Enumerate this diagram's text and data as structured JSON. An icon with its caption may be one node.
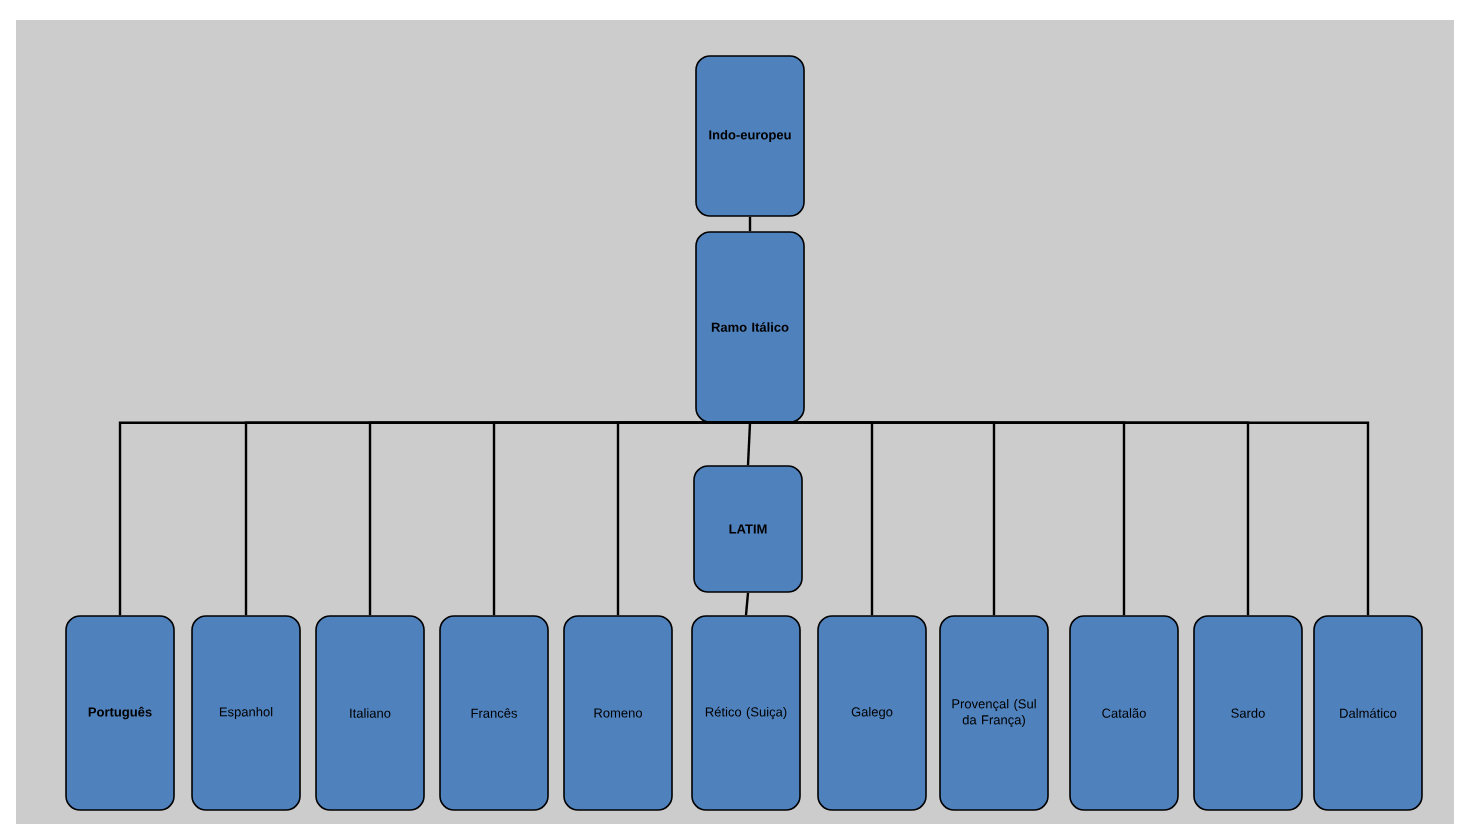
{
  "diagram": {
    "nodes": [
      {
        "text": [
          "Indo-europeu"
        ]
      },
      {
        "text": [
          "Ramo Itálico"
        ]
      },
      {
        "text": [
          "LATIM"
        ]
      },
      {
        "text": [
          "Português"
        ]
      },
      {
        "text": [
          "Espanhol"
        ]
      },
      {
        "text": [
          "Italiano"
        ]
      },
      {
        "text": [
          "Francês"
        ]
      },
      {
        "text": [
          "Romeno"
        ]
      },
      {
        "text": [
          "Rético (Suiça)"
        ]
      },
      {
        "text": [
          "Galego"
        ]
      },
      {
        "text": [
          "Provençal (Sul da França)"
        ]
      },
      {
        "text": [
          "Catalão"
        ]
      },
      {
        "text": [
          "Sardo"
        ]
      },
      {
        "text": [
          "Dalmático"
        ]
      }
    ],
    "edges": [
      {
        "from": 0,
        "to": 1,
        "arrow": "none"
      },
      {
        "from": 1,
        "to": 2,
        "arrow": "none"
      },
      {
        "from": 2,
        "to": 8,
        "arrow": "none"
      },
      {
        "from": 1,
        "to": 3,
        "arrow": "none"
      },
      {
        "from": 1,
        "to": 4,
        "arrow": "none"
      },
      {
        "from": 1,
        "to": 5,
        "arrow": "none"
      },
      {
        "from": 1,
        "to": 6,
        "arrow": "none"
      },
      {
        "from": 1,
        "to": 7,
        "arrow": "none"
      },
      {
        "from": 1,
        "to": 9,
        "arrow": "none"
      },
      {
        "from": 1,
        "to": 10,
        "arrow": "none"
      },
      {
        "from": 1,
        "to": 11,
        "arrow": "none"
      },
      {
        "from": 1,
        "to": 12,
        "arrow": "none"
      },
      {
        "from": 1,
        "to": 13,
        "arrow": "none"
      }
    ]
  }
}
